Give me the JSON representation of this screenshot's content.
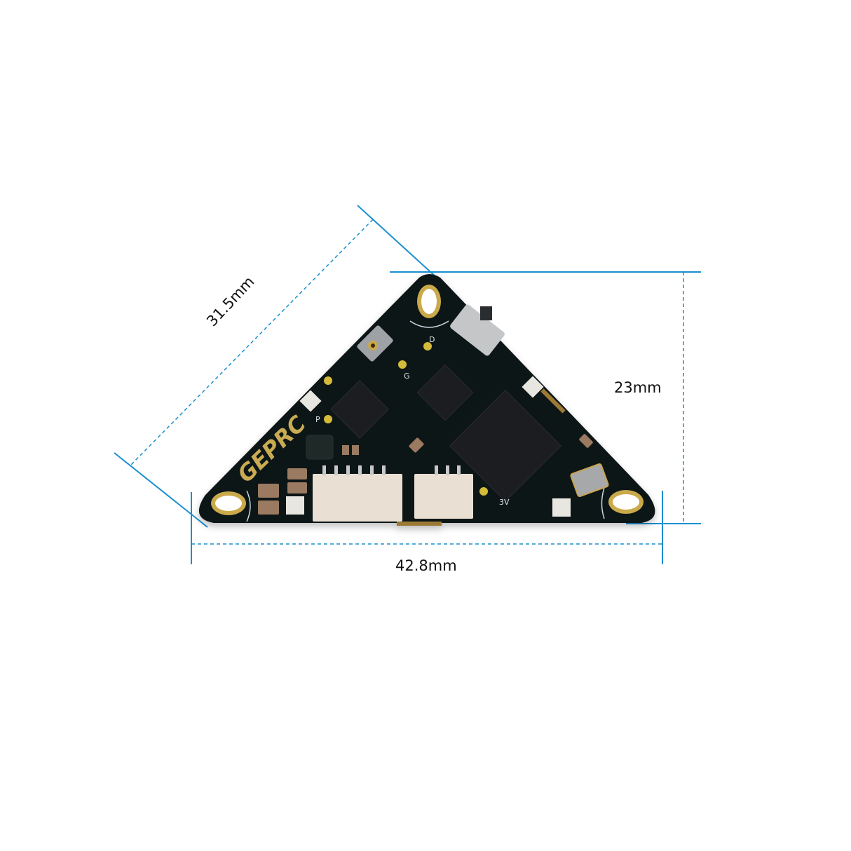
{
  "product": {
    "brand_silkscreen": "GEPRC",
    "pcb_markings": [
      "D",
      "G",
      "P",
      "3V"
    ]
  },
  "dimensions": {
    "diagonal": "31.5mm",
    "height": "23mm",
    "width": "42.8mm"
  },
  "colors": {
    "background": "#ffffff",
    "dimension_line": "#1a8fd0",
    "pcb": "#111214",
    "gold": "#c9a94a",
    "connector": "#e8d9c8"
  }
}
